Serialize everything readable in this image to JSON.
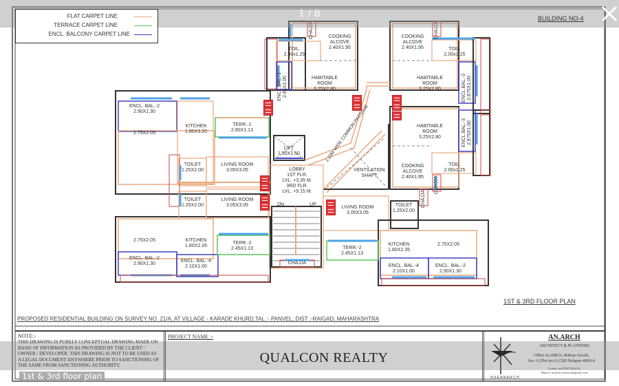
{
  "viewer": {
    "counter": "1 / 8",
    "caption": "1st & 3rd floor plan",
    "close_icon": "close-x-icon"
  },
  "legend": {
    "items": [
      {
        "label": "FLAT CARPET LINE",
        "color": "#e8a87c"
      },
      {
        "label": "TERRACE CARPET LINE",
        "color": "#5cc45c"
      },
      {
        "label": "ENCL. BALCONY CARPET LINE",
        "color": "#4040c0"
      }
    ]
  },
  "drawing": {
    "building_no": "BUILDING NO-4",
    "plan_title": "1ST & 3RD FLOOR PLAN",
    "proposal": "PROPOSED RESIDENTIAL BUILDING ON SURVEY NO. 21/A, AT VILLAGE - KARADE KHURD,TAL :- PANVEL; DIST :-RAIGAD; MAHARASHTRA",
    "colors": {
      "wall": "#333333",
      "flat": "#e8a87c",
      "terrace": "#5cc45c",
      "balcony": "#4040c0",
      "window": "#4da3e8",
      "outer": "#d04040"
    },
    "rooms": {
      "tl_cooking": {
        "name": "COOKING\nALCOVE",
        "dim": "2.40X1.95"
      },
      "tl_toilet": {
        "name": "TOIL.",
        "dim": "2.00x1.25"
      },
      "tl_habitable": {
        "name": "HABITABLE\nROOM",
        "dim": "3.25X2.80"
      },
      "tl_encl": {
        "name": "ENCL.BAL.-1",
        "dim": "2.85X1.00"
      },
      "tl_chajja": {
        "name": "CHAJJA"
      },
      "tr_cooking": {
        "name": "COOKING\nALCOVE",
        "dim": "2.40X1.95"
      },
      "tr_toilet": {
        "name": "TOIL.",
        "dim": "2.00x1.25"
      },
      "tr_habitable": {
        "name": "HABITABLE\nROOM",
        "dim": "3.25X2.80"
      },
      "tr_encl": {
        "name": "ENCL.BAL.-3",
        "dim": "2.875X1.00"
      },
      "tr_chajja": {
        "name": "CHAJJA"
      },
      "mr_habitable": {
        "name": "HABITABLE\nROOM",
        "dim": "3.25X2.80"
      },
      "mr_encl": {
        "name": "ENCL.BAL.-3",
        "dim": "2.875X1.00"
      },
      "mr_cooking": {
        "name": "COOKING\nALCOVE",
        "dim": "2.40X1.95"
      },
      "mr_toilet": {
        "name": "TOIL.",
        "dim": "2.00x1.25"
      },
      "mr_chajja": {
        "name": "CHAJJA"
      },
      "ul_encl": {
        "name": "ENCL. BAL.-2",
        "dim": "2.90X1.30"
      },
      "ul_bed": {
        "dim": "2.75X2.05"
      },
      "ul_kitchen": {
        "name": "KITCHEN",
        "dim": "1.80X3.20"
      },
      "ul_terr": {
        "name": "TERR.-1",
        "dim": "2.80X1.13"
      },
      "ul_toilet": {
        "name": "TOILET",
        "dim": "1.25X2.00"
      },
      "ul_living": {
        "name": "LIVING ROOM",
        "dim": "3.05X3.05"
      },
      "lift": {
        "name": "LIFT",
        "dim": "1.50X1.50"
      },
      "passage": {
        "name": "1.20M WIDE COMMON PASSAGE"
      },
      "vent": {
        "name": "VENTILATION\nSHAFT"
      },
      "lobby": {
        "name": "LOBBY\n1ST FLR.\nLVL. +3.35 M.\n3RD FLR.\nLVL. +9.15 M."
      },
      "ll_toilet": {
        "name": "TOILET",
        "dim": "1.25X2.00"
      },
      "ll_living": {
        "name": "LIVING ROOM",
        "dim": "3.05X3.05"
      },
      "ll_bed": {
        "dim": "2.75X2.05"
      },
      "ll_kitchen": {
        "name": "KITCHEN",
        "dim": "1.80X2.35"
      },
      "ll_terr": {
        "name": "TERR.-2",
        "dim": "2.45X1.13"
      },
      "ll_encl2": {
        "name": "ENCL. BAL.-2",
        "dim": "2.90X1.30"
      },
      "ll_encl4": {
        "name": "ENCL. BAL.-4",
        "dim": "2.10X1.00"
      },
      "stair_dn": "DN",
      "stair_up": "UP",
      "chajja_bottom": "CHAJJA",
      "lr_living": {
        "name": "LIVING ROOM",
        "dim": "3.05X3.05"
      },
      "lr_toilet": {
        "name": "TOILET",
        "dim": "1.25X2.00"
      },
      "lr_chajja": {
        "name": "CHAJJA"
      },
      "lr_terr": {
        "name": "TERR.-2",
        "dim": "2.45X1.13"
      },
      "lr_kitchen": {
        "name": "KITCHEN",
        "dim": "1.80X2.35"
      },
      "lr_bed": {
        "dim": "2.75X2.05"
      },
      "lr_encl4": {
        "name": "ENCL. BAL.-4",
        "dim": "2.10X1.00"
      },
      "lr_encl2": {
        "name": "ENCL. BAL.-2",
        "dim": "2.90X1.30"
      }
    }
  },
  "title_block": {
    "note_heading": "NOTE:-",
    "note_text": "THIS DRAWING IS PURELY CONCEPTUAL DRAWING MADE ON BASIS OF INFORMATION AS PROVIDED BY THE CLIENT / OWNER / DEVELOPER. THIS DRAWING IS NOT TO BE USED AS A LEGAL DOCUMENT ANYWHERE PRIOR TO SANCTIONING OF THE SAME FROM SANCTIONING AUTHORITY.",
    "project_label": "PROJECT NAME :-",
    "project_name": "QUALCON REALTY",
    "compass_letters": "N S E A N A R C H",
    "architect_name": "AN.ARCH",
    "architect_subtitle": "ARCHITECT & PLANNERS",
    "address_line1": "Office no.20&21,-Raheja Arcade,",
    "address_line2": "Sec-11,Plot no.61,CBD Belapur-400614",
    "contact": "Contact no.8354756341/8,",
    "mail": "Mail id -anarch.architect@gmail.com"
  }
}
